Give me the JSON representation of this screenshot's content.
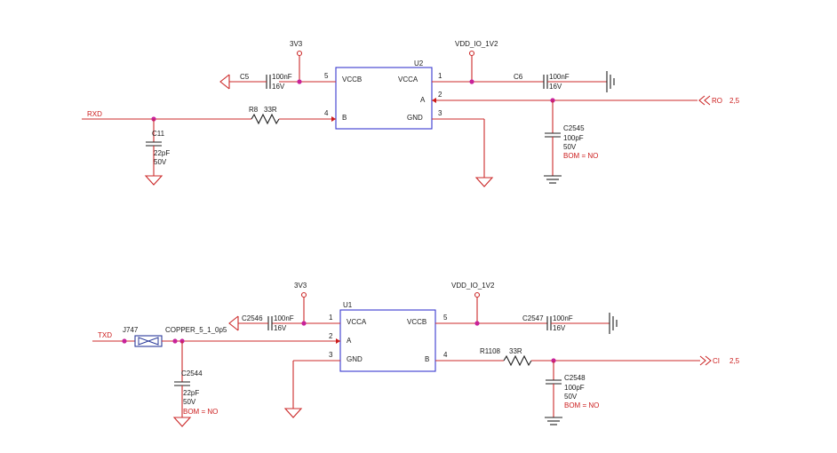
{
  "colors": {
    "wire": "#cc2b2b",
    "chip_outline": "#3a3acf",
    "junction": "#c8229a",
    "text": "#1a1a1a",
    "net_label": "#cc1c1c"
  },
  "top": {
    "chip": {
      "ref": "U2",
      "left_pins": [
        {
          "num": "5",
          "name": "VCCB"
        },
        {
          "num": "4",
          "name": "B"
        }
      ],
      "right_pins": [
        {
          "num": "1",
          "name": "VCCA"
        },
        {
          "num": "2",
          "name": "A"
        },
        {
          "num": "3",
          "name": "GND"
        }
      ]
    },
    "supply_left": "3V3",
    "supply_right": "VDD_IO_1V2",
    "cap_left": {
      "ref": "C5",
      "value": "100nF",
      "voltage": "16V"
    },
    "cap_right": {
      "ref": "C6",
      "value": "100nF",
      "voltage": "16V"
    },
    "input_net": "RXD",
    "resistor": {
      "ref": "R8",
      "value": "33R"
    },
    "cap_input": {
      "ref": "C11",
      "value": "22pF",
      "voltage": "50V"
    },
    "cap_output": {
      "ref": "C2545",
      "value": "100pF",
      "voltage": "50V",
      "note": "BOM = NO"
    },
    "output_port": {
      "name": "RO",
      "sheets": "2,5"
    }
  },
  "bottom": {
    "chip": {
      "ref": "U1",
      "left_pins": [
        {
          "num": "1",
          "name": "VCCA"
        },
        {
          "num": "2",
          "name": "A"
        },
        {
          "num": "3",
          "name": "GND"
        }
      ],
      "right_pins": [
        {
          "num": "5",
          "name": "VCCB"
        },
        {
          "num": "4",
          "name": "B"
        }
      ]
    },
    "supply_left": "3V3",
    "supply_right": "VDD_IO_1V2",
    "cap_left": {
      "ref": "C2546",
      "value": "100nF",
      "voltage": "16V"
    },
    "cap_right": {
      "ref": "C2547",
      "value": "100nF",
      "voltage": "16V"
    },
    "input_net": "TXD",
    "jumper": {
      "ref": "J747",
      "value": "COPPER_5_1_0p5"
    },
    "resistor": {
      "ref": "R1108",
      "value": "33R"
    },
    "cap_input": {
      "ref": "C2544",
      "value": "22pF",
      "voltage": "50V",
      "note": "BOM = NO"
    },
    "cap_output": {
      "ref": "C2548",
      "value": "100pF",
      "voltage": "50V",
      "note": "BOM = NO"
    },
    "output_port": {
      "name": "CI",
      "sheets": "2,5"
    }
  }
}
